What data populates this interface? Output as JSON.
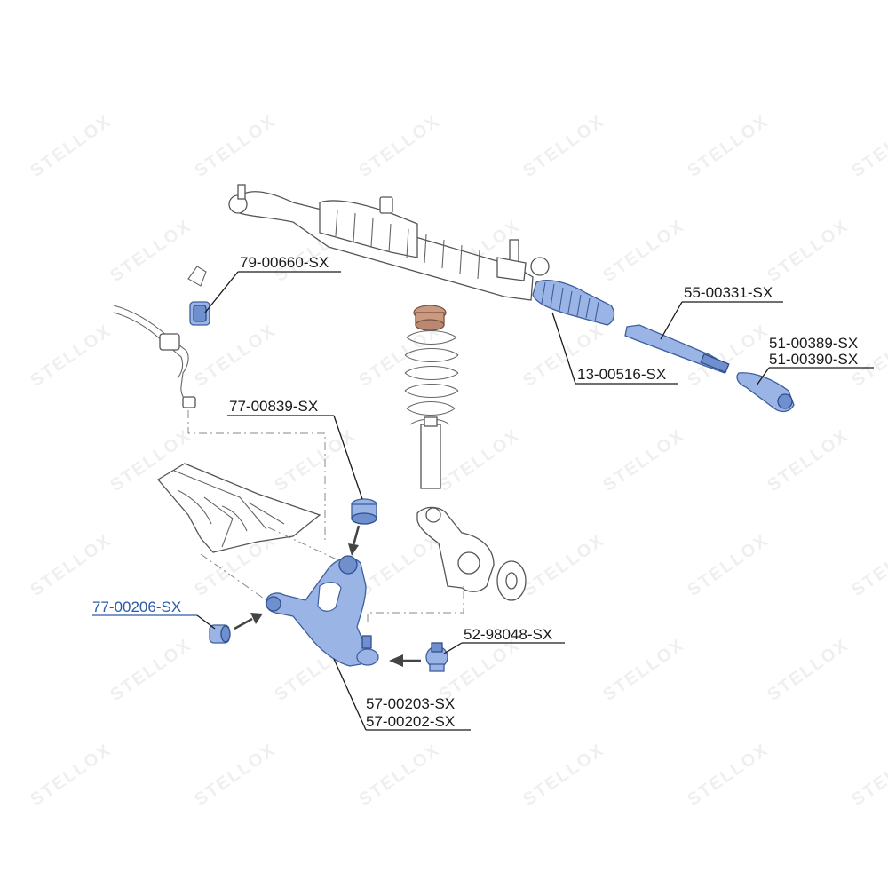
{
  "watermark": {
    "text": "STELLOX"
  },
  "callouts": [
    {
      "id": "c1",
      "label": "79-00660-SX",
      "active": false
    },
    {
      "id": "c2",
      "label": "55-00331-SX",
      "active": false
    },
    {
      "id": "c3",
      "label": "51-00389-SX",
      "active": false
    },
    {
      "id": "c4",
      "label": "51-00390-SX",
      "active": false
    },
    {
      "id": "c5",
      "label": "13-00516-SX",
      "active": false
    },
    {
      "id": "c6",
      "label": "77-00839-SX",
      "active": false
    },
    {
      "id": "c7",
      "label": "77-00206-SX",
      "active": true
    },
    {
      "id": "c8",
      "label": "52-98048-SX",
      "active": false
    },
    {
      "id": "c9",
      "label": "57-00203-SX",
      "active": false
    },
    {
      "id": "c10",
      "label": "57-00202-SX",
      "active": false
    }
  ],
  "colors": {
    "highlight_part": "#9bb4e6",
    "active_label": "#2d5aa8",
    "label": "#1a1a1a"
  }
}
